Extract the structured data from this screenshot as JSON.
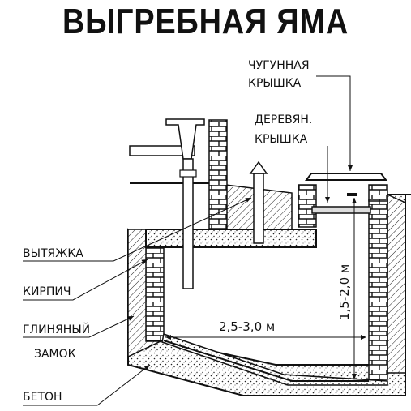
{
  "title": "ВЫГРЕБНАЯ ЯМА",
  "labels": {
    "cast_iron_lid_line1": "ЧУГУННАЯ",
    "cast_iron_lid_line2": "КРЫШКА",
    "wooden_lid_line1": "ДЕРЕВЯН.",
    "wooden_lid_line2": "КРЫШКА",
    "exhaust": "ВЫТЯЖКА",
    "brick": "КИРПИЧ",
    "clay_lock_line1": "ГЛИНЯНЫЙ",
    "clay_lock_line2": "ЗАМОК",
    "concrete": "БЕТОН"
  },
  "dimensions": {
    "width": "2,5-3,0 м",
    "depth": "1,5-2,0 м"
  }
}
